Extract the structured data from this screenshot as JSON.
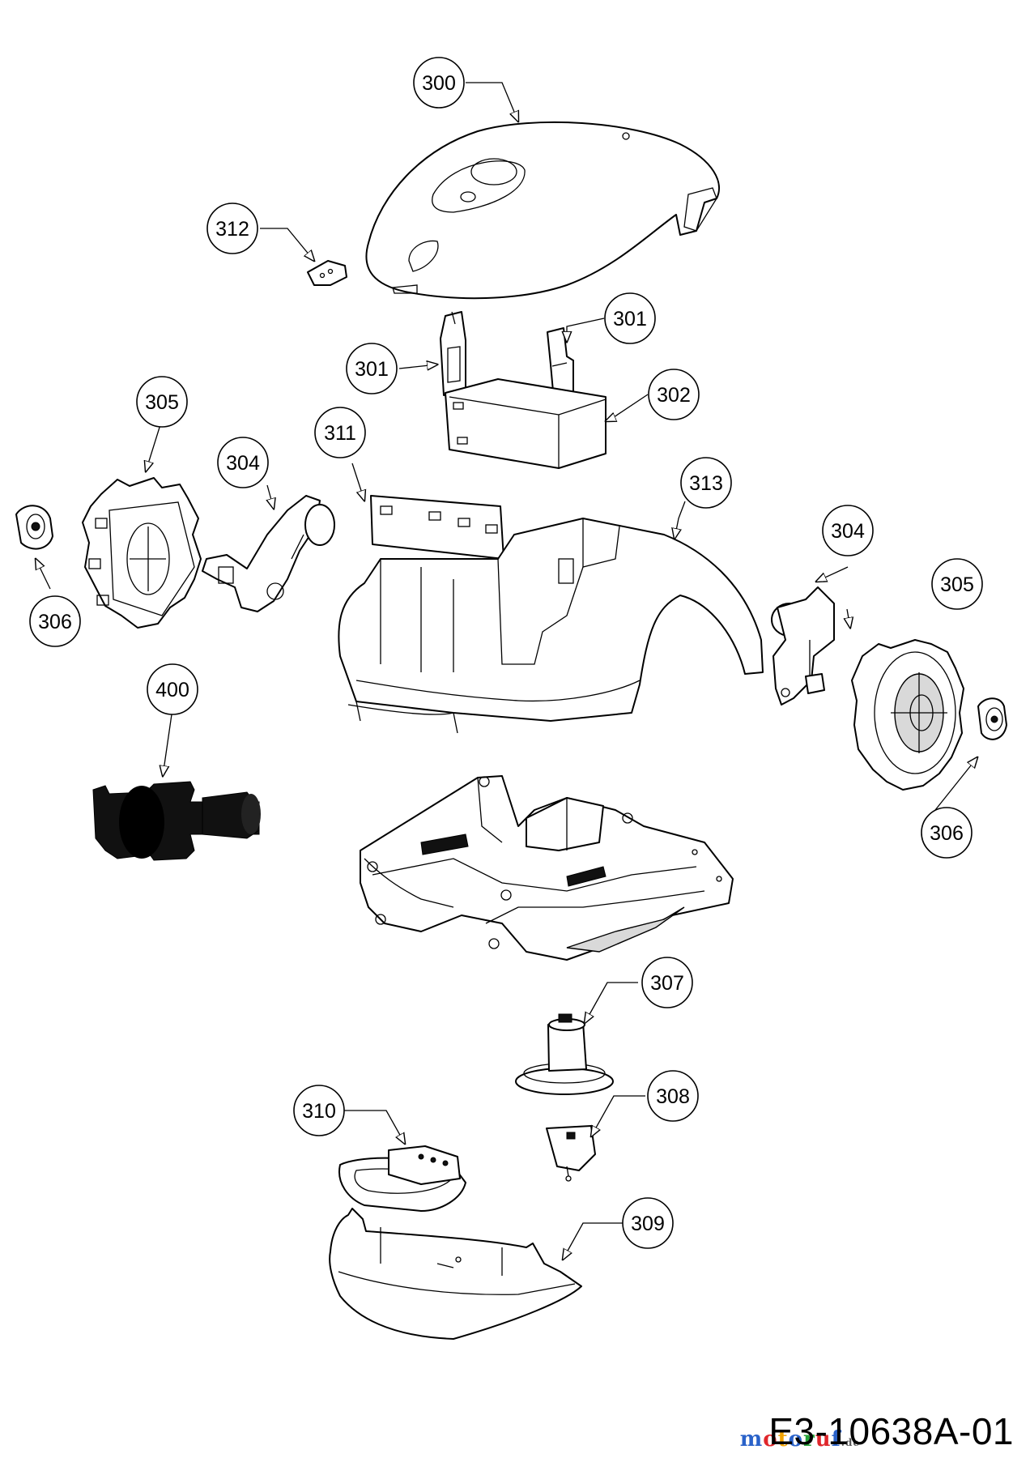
{
  "drawing_code": "E3-10638A-01",
  "watermark": {
    "letters": [
      "m",
      "o",
      "t",
      "o",
      "r",
      "u",
      "f"
    ],
    "colors": [
      "#2a62c9",
      "#e0262b",
      "#f2a300",
      "#2a62c9",
      "#27a43a",
      "#e0262b",
      "#2a62c9"
    ],
    "suffix": ".de"
  },
  "callouts": [
    {
      "id": "c300",
      "label": "300"
    },
    {
      "id": "c312",
      "label": "312"
    },
    {
      "id": "c301a",
      "label": "301"
    },
    {
      "id": "c301b",
      "label": "301"
    },
    {
      "id": "c302",
      "label": "302"
    },
    {
      "id": "c305a",
      "label": "305"
    },
    {
      "id": "c304a",
      "label": "304"
    },
    {
      "id": "c311",
      "label": "311"
    },
    {
      "id": "c313",
      "label": "313"
    },
    {
      "id": "c306a",
      "label": "306"
    },
    {
      "id": "c304b",
      "label": "304"
    },
    {
      "id": "c305b",
      "label": "305"
    },
    {
      "id": "c400",
      "label": "400"
    },
    {
      "id": "c306b",
      "label": "306"
    },
    {
      "id": "c307",
      "label": "307"
    },
    {
      "id": "c310",
      "label": "310"
    },
    {
      "id": "c308",
      "label": "308"
    },
    {
      "id": "c309",
      "label": "309"
    }
  ]
}
